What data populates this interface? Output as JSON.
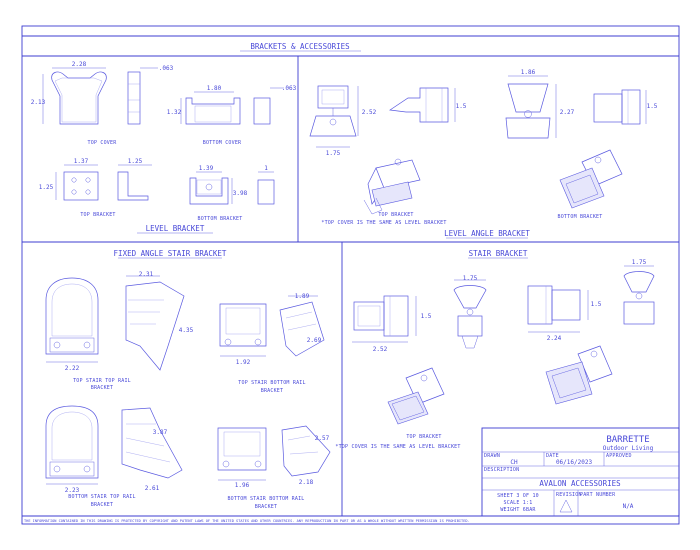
{
  "sheet": {
    "title": "BRACKETS & ACCESSORIES",
    "footer_notice": "THE INFORMATION CONTAINED IN THIS DRAWING IS PROTECTED BY COPYRIGHT AND PATENT LAWS OF THE UNITED STATES AND OTHER COUNTRIES. ANY REPRODUCTION IN PART OR AS A WHOLE WITHOUT WRITTEN PERMISSION IS PROHIBITED."
  },
  "level_bracket": {
    "title": "LEVEL BRACKET",
    "top_cover": {
      "label": "TOP COVER",
      "w": "2.28",
      "h": "2.13",
      "t": ".063"
    },
    "bottom_cover": {
      "label": "BOTTOM COVER",
      "w": "1.80",
      "h": "1.32",
      "t": ".063"
    },
    "top_bracket": {
      "label": "TOP BRACKET",
      "w": "1.37",
      "h": "1.25",
      "side": "1.25"
    },
    "bottom_bracket": {
      "label": "BOTTOM BRACKET",
      "w": "1.39",
      "h": "3.98",
      "side": "1"
    }
  },
  "level_angle_bracket": {
    "title": "LEVEL ANGLE BRACKET",
    "top_dims": {
      "w": "1.75",
      "h": "2.52",
      "side": "1.5"
    },
    "bottom_dims": {
      "w": "1.86",
      "h": "2.27",
      "side": "1.5"
    },
    "top_label": "TOP BRACKET",
    "top_note": "*TOP COVER IS THE SAME AS LEVEL BRACKET",
    "bottom_label": "BOTTOM BRACKET"
  },
  "fixed_angle_stair_bracket": {
    "title": "FIXED ANGLE STAIR BRACKET",
    "top_rail": {
      "label1": "TOP STAIR TOP RAIL",
      "label2": "BRACKET",
      "w": "2.22",
      "top": "2.31",
      "side": "4.35"
    },
    "bottom_rail_top": {
      "label1": "TOP STAIR BOTTOM RAIL",
      "label2": "BRACKET",
      "w": "1.92",
      "top": "1.89",
      "side": "2.69"
    },
    "bottom_stair_top": {
      "label1": "BOTTOM STAIR TOP RAIL",
      "label2": "BRACKET",
      "w": "2.23",
      "top": "3.87",
      "side": "2.61"
    },
    "bottom_stair_bottom": {
      "label1": "BOTTOM STAIR BOTTOM RAIL",
      "label2": "BRACKET",
      "w": "1.96",
      "top": "2.57",
      "side": "2.18"
    }
  },
  "stair_bracket": {
    "title": "STAIR BRACKET",
    "dims": {
      "w": "2.52",
      "h": "1.5",
      "top": "1.75",
      "w2": "2.24",
      "h2": "1.5",
      "top2": "1.75"
    },
    "top_label": "TOP BRACKET",
    "top_note": "*TOP COVER IS THE SAME AS LEVEL BRACKET"
  },
  "title_block": {
    "company": "BARRETTE",
    "division": "Outdoor Living",
    "drawn_label": "DRAWN",
    "drawn_value": "CH",
    "date_label": "DATE",
    "date_value": "06/16/2023",
    "approved_label": "APPROVED",
    "description_label": "DESCRIPTION",
    "description_value": "AVALON ACCESSORIES",
    "sheet": "SHEET 3 OF 10",
    "scale": "SCALE 1:1",
    "weight": "WEIGHT 6BAR",
    "revision_label": "REVISION",
    "part_number_label": "PART NUMBER",
    "part_number_value": "N/A"
  }
}
